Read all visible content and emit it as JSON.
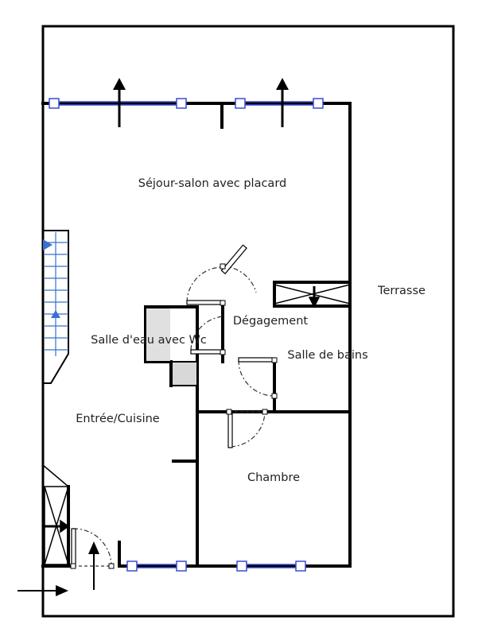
{
  "colors": {
    "wall": "#000000",
    "window": "#3b4bd0",
    "door_arc": "#333333",
    "stair": "#3b6fd0",
    "shaft_fill": "#d8d8d8"
  },
  "rooms": {
    "sejour": "Séjour-salon avec placard",
    "terrasse": "Terrasse",
    "degagement": "Dégagement",
    "salle_eau": "Salle d'eau avec Wc",
    "salle_bains": "Salle de bains",
    "entree": "Entrée/Cuisine",
    "chambre": "Chambre"
  },
  "icons": [
    "north-arrow-icon",
    "entrance-arrow-icon",
    "stair-icon"
  ]
}
